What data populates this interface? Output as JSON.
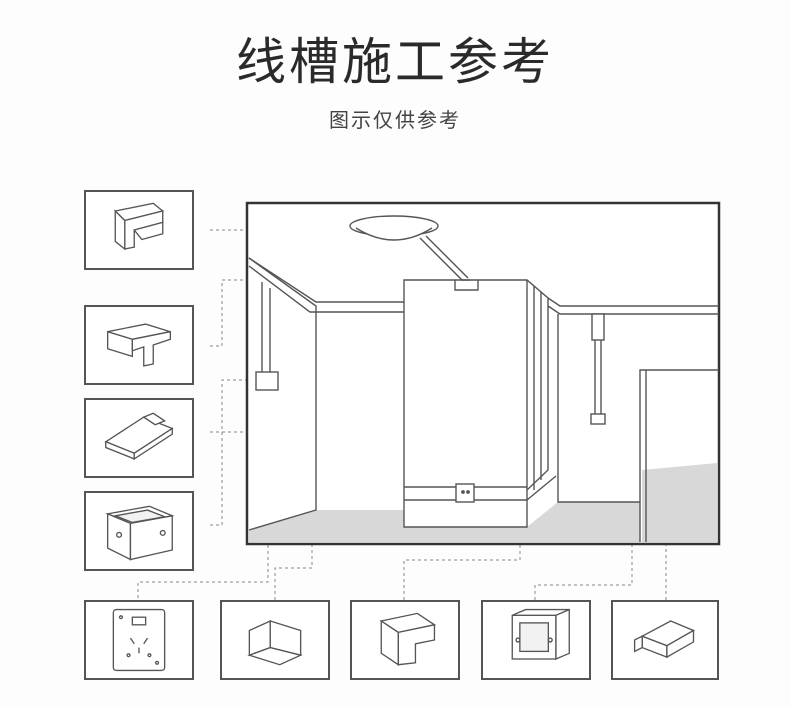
{
  "header": {
    "title": "线槽施工参考",
    "subtitle": "图示仅供参考"
  },
  "parts": [
    {
      "name": "external-corner",
      "icon": "external-corner-icon"
    },
    {
      "name": "tee-joint",
      "icon": "tee-joint-icon"
    },
    {
      "name": "flat-tee",
      "icon": "flat-tee-icon"
    },
    {
      "name": "junction-box",
      "icon": "junction-box-icon"
    },
    {
      "name": "socket-panel",
      "icon": "socket-panel-icon"
    },
    {
      "name": "internal-corner",
      "icon": "internal-corner-icon"
    },
    {
      "name": "flat-corner",
      "icon": "flat-corner-icon"
    },
    {
      "name": "box-base",
      "icon": "box-base-icon"
    },
    {
      "name": "end-cap",
      "icon": "end-cap-icon"
    }
  ],
  "colors": {
    "line": "#555555",
    "floor": "#d8d8d8",
    "leader": "#888888"
  }
}
